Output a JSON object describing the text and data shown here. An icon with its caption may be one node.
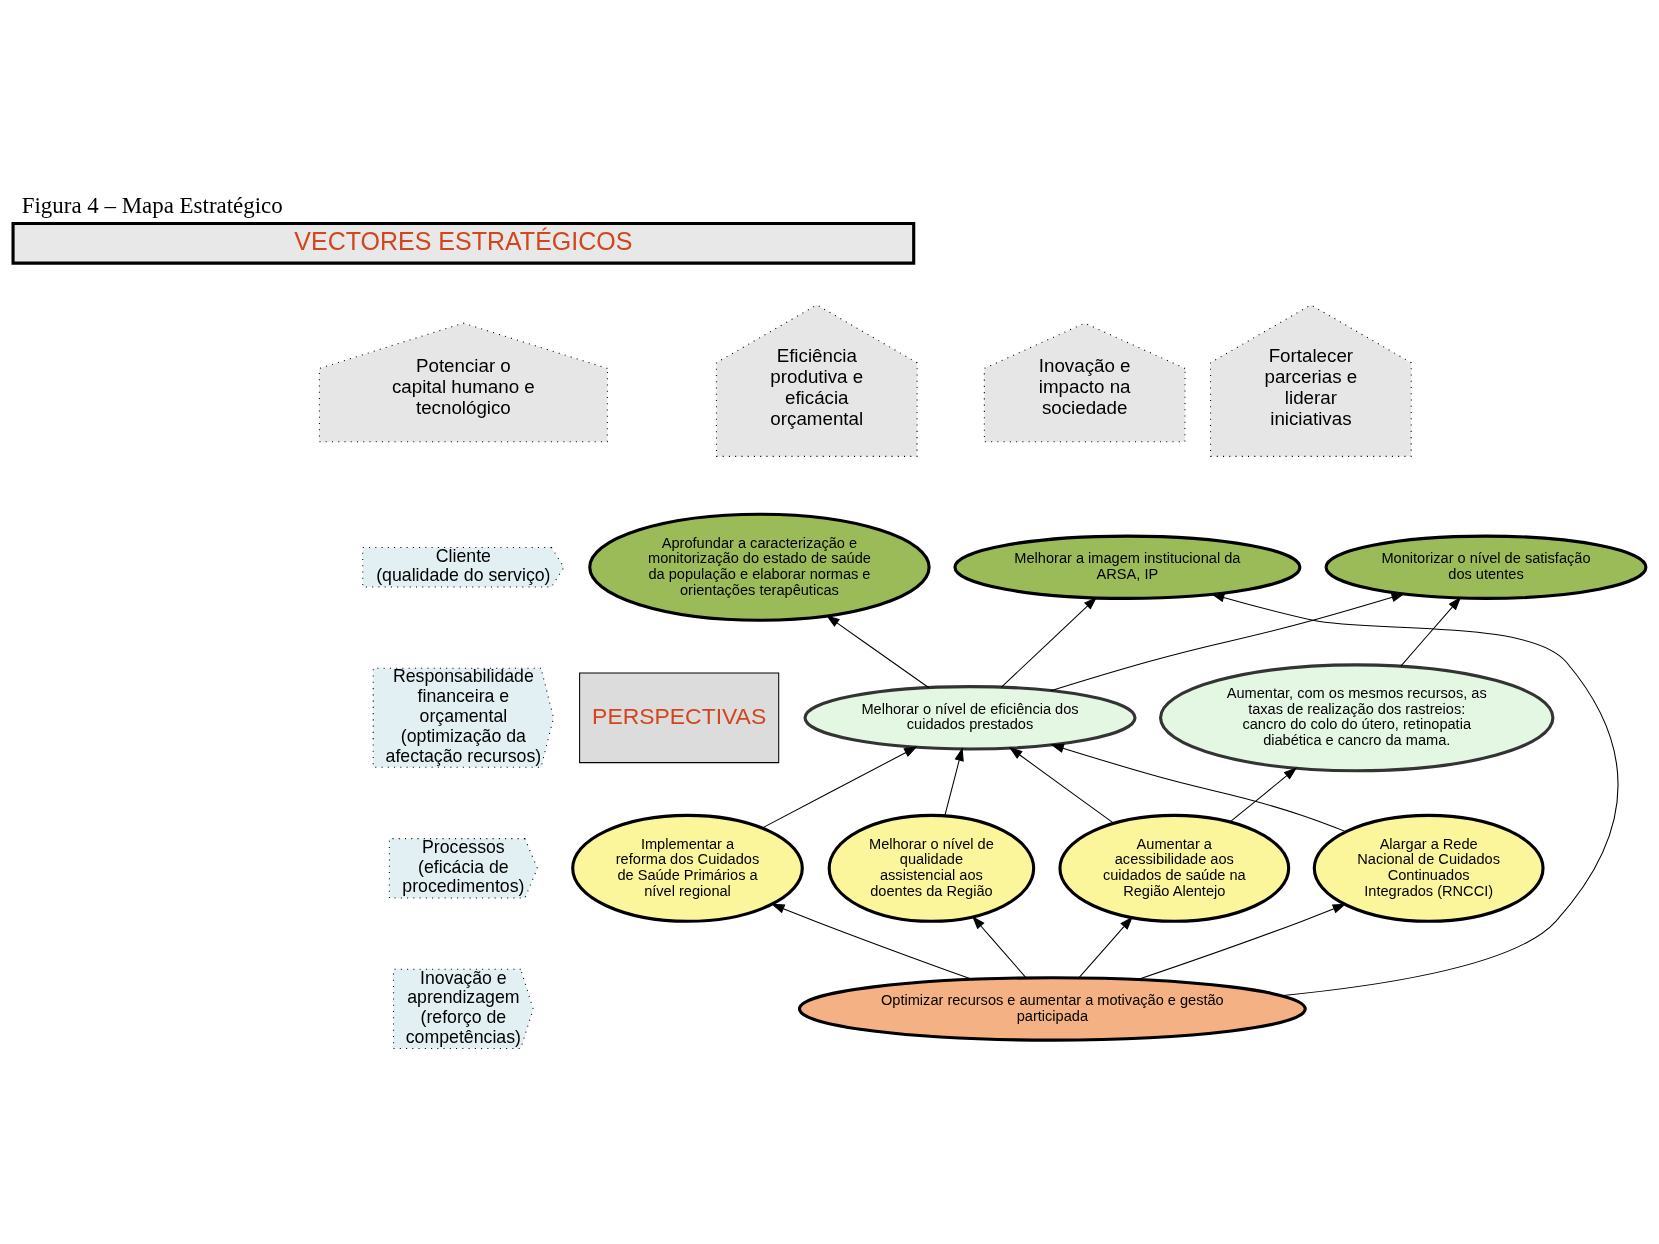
{
  "diagram": {
    "title": "Figura 4 – Mapa Estratégico",
    "nodes": [
      {
        "text": [
          "VECTORES ESTRATÉGICOS"
        ]
      },
      {
        "text": [
          "Potenciar o capital humano e tecnológico"
        ]
      },
      {
        "text": [
          "Eficiência produtiva e eficácia orçamental"
        ]
      },
      {
        "text": [
          "Inovação e impacto na sociedade"
        ]
      },
      {
        "text": [
          "Fortalecer parcerias e liderar iniciativas"
        ]
      },
      {
        "text": [
          "PERSPECTIVAS"
        ]
      },
      {
        "text": [
          "Cliente",
          "(qualidade do serviço)"
        ]
      },
      {
        "text": [
          "Responsabilidade financeira e orçamental",
          "(optimização da afectação recursos)"
        ]
      },
      {
        "text": [
          "Processos",
          "(eficácia de procedimentos)"
        ]
      },
      {
        "text": [
          "Inovação e aprendizagem",
          "(reforço de competências)"
        ]
      },
      {
        "text": [
          "Aprofundar a caracterização e monitorização do estado de saúde da população e elaborar normas e orientações terapêuticas"
        ]
      },
      {
        "text": [
          "Melhorar a imagem institucional da ARSA, IP"
        ]
      },
      {
        "text": [
          "Monitorizar o nível de satisfação dos utentes"
        ]
      },
      {
        "text": [
          "Melhorar o nível de eficiência dos cuidados prestados"
        ]
      },
      {
        "text": [
          "Aumentar, com os mesmos recursos, as taxas de realização dos rastreios: cancro do colo do útero, retinopatia diabética e cancro da mama."
        ]
      },
      {
        "text": [
          "Implementar a reforma dos Cuidados de Saúde Primários a nível regional"
        ]
      },
      {
        "text": [
          "Melhorar o nível de qualidade assistencial aos doentes da Região"
        ]
      },
      {
        "text": [
          "Aumentar a acessibilidade aos cuidados de saúde na Região Alentejo"
        ]
      },
      {
        "text": [
          "Alargar a Rede Nacional de Cuidados Continuados Integrados (RNCCI)"
        ]
      },
      {
        "text": [
          "Optimizar recursos e aumentar a motivação e gestão participada"
        ]
      }
    ],
    "edges": [
      {
        "from": 13,
        "to": 10,
        "arrow": "to"
      },
      {
        "from": 13,
        "to": 11,
        "arrow": "to"
      },
      {
        "from": 13,
        "to": 12,
        "arrow": "to"
      },
      {
        "from": 19,
        "to": 11,
        "arrow": "to"
      },
      {
        "from": 14,
        "to": 12,
        "arrow": "to"
      },
      {
        "from": 15,
        "to": 13,
        "arrow": "to"
      },
      {
        "from": 16,
        "to": 13,
        "arrow": "to"
      },
      {
        "from": 17,
        "to": 13,
        "arrow": "to"
      },
      {
        "from": 18,
        "to": 13,
        "arrow": "to"
      },
      {
        "from": 17,
        "to": 14,
        "arrow": "to"
      },
      {
        "from": 19,
        "to": 15,
        "arrow": "to"
      },
      {
        "from": 19,
        "to": 16,
        "arrow": "to"
      },
      {
        "from": 19,
        "to": 17,
        "arrow": "to"
      },
      {
        "from": 19,
        "to": 18,
        "arrow": "to"
      }
    ]
  }
}
